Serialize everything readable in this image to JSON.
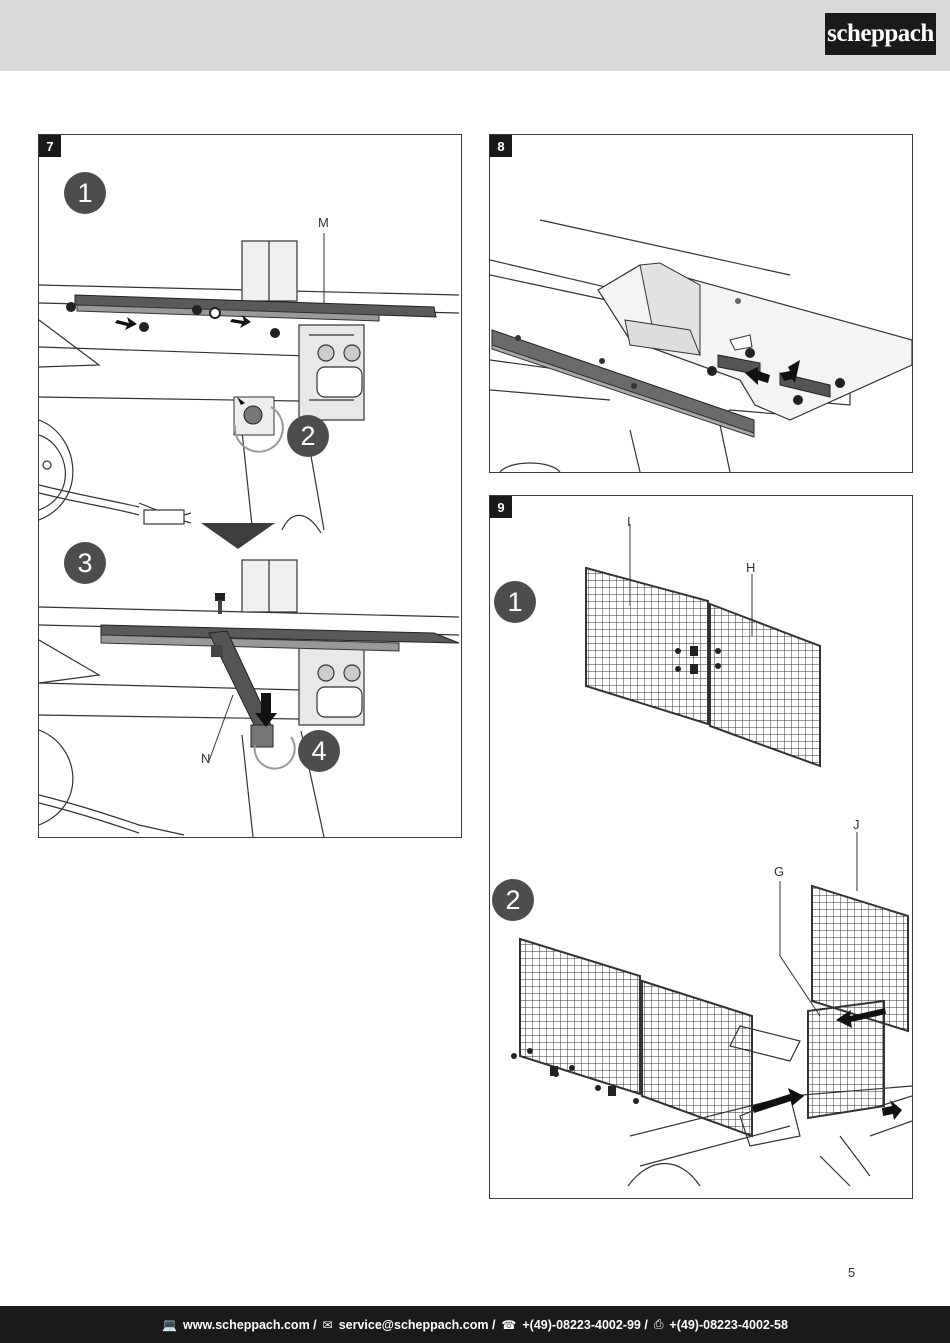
{
  "brand": {
    "logo": "scheppach"
  },
  "page": {
    "number": "5"
  },
  "figures": {
    "f7": {
      "number": "7",
      "steps": [
        "1",
        "2",
        "3",
        "4"
      ],
      "callouts": [
        "M",
        "N"
      ]
    },
    "f8": {
      "number": "8"
    },
    "f9": {
      "number": "9",
      "steps": [
        "1",
        "2"
      ],
      "callouts": [
        "I",
        "H",
        "J",
        "G"
      ]
    }
  },
  "footer": {
    "web": "www.scheppach.com /",
    "email": "service@scheppach.com /",
    "phone": "+(49)-08223-4002-99 /",
    "fax": "+(49)-08223-4002-58",
    "icons": [
      "computer-icon",
      "email-icon",
      "phone-icon",
      "fax-icon"
    ]
  }
}
